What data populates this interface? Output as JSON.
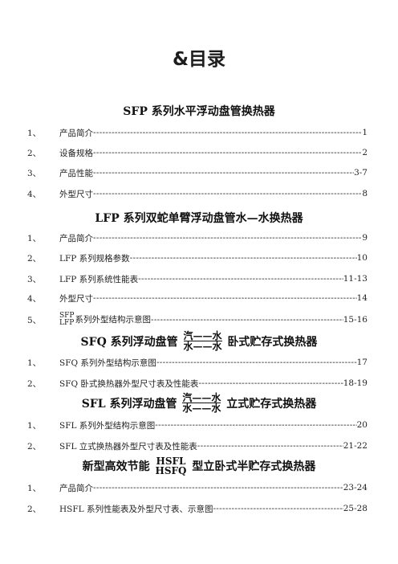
{
  "title": "&目录",
  "sections": [
    {
      "heading": "SFP 系列水平浮动盘管换热器",
      "items": [
        {
          "num": "1、",
          "label": "产品简介",
          "page": "1"
        },
        {
          "num": "2、",
          "label": "设备规格",
          "page": "2"
        },
        {
          "num": "3、",
          "label": "产品性能",
          "page": "3-7"
        },
        {
          "num": "4、",
          "label": "外型尺寸",
          "page": "8"
        }
      ]
    },
    {
      "heading": "LFP 系列双蛇单臂浮动盘管水—水换热器",
      "items": [
        {
          "num": "1、",
          "label": "产品简介",
          "page": "9"
        },
        {
          "num": "2、",
          "label": "LFP 系列规格参数",
          "page": "10"
        },
        {
          "num": "3、",
          "label": "LFP 系列系统性能表",
          "page": "11-13"
        },
        {
          "num": "4、",
          "label": "外型尺寸",
          "page": "14"
        },
        {
          "num": "5、",
          "label_top": "SFP",
          "label_bottom": "LFP",
          "label": "系列外型结构示意图",
          "page": "15-16"
        }
      ]
    },
    {
      "heading_left": "SFQ 系列浮动盘管",
      "stack_top": "汽——水",
      "stack_bottom": "水——水",
      "heading_right": "卧式贮存式换热器",
      "items": [
        {
          "num": "1、",
          "label": "SFQ 系列外型结构示意图",
          "page": "17"
        },
        {
          "num": "2、",
          "label": "SFQ 卧式换热器外型尺寸表及性能表",
          "page": "18-19"
        }
      ]
    },
    {
      "heading_left": "SFL 系列浮动盘管",
      "stack_top": "汽——水",
      "stack_bottom": "水——水",
      "heading_right": "立式贮存式换热器",
      "items": [
        {
          "num": "1、",
          "label": "SFL 系列外型结构示意图",
          "page": "20"
        },
        {
          "num": "2、",
          "label": "SFL 立式换热器外型尺寸表及性能表",
          "page": "21-22"
        }
      ]
    },
    {
      "heading_left": "新型高效节能",
      "stack_top": "HSFL",
      "stack_bottom": "HSFQ",
      "heading_right": "型立卧式半贮存式换热器",
      "items": [
        {
          "num": "1、",
          "label": "产品简介",
          "page": "23-24"
        },
        {
          "num": "2、",
          "label": "HSFL 系列性能表及外型尺寸表、示意图",
          "page": "25-28"
        }
      ]
    }
  ]
}
